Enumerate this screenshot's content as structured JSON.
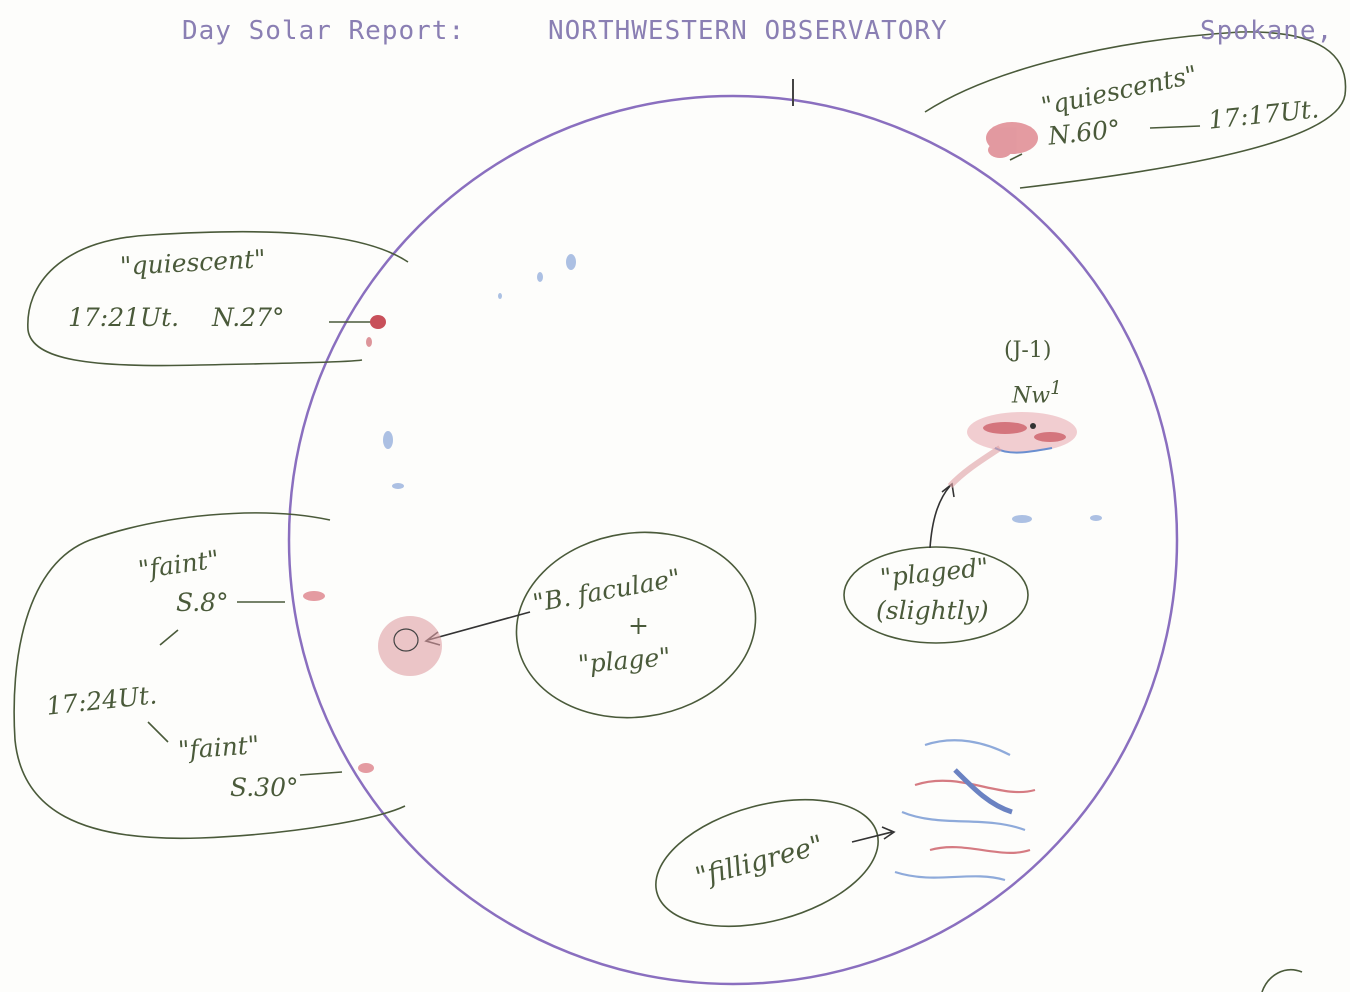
{
  "header": {
    "report_title": "Day Solar Report:",
    "observatory": "NORTHWESTERN OBSERVATORY",
    "location": "Spokane,"
  },
  "notes": {
    "quiescents_ne": {
      "label": "\"quiescents\"",
      "position": "N.60°",
      "time": "17:17Ut."
    },
    "quiescent_nw": {
      "label": "\"quiescent\"",
      "time": "17:21Ut.",
      "position": "N.27°"
    },
    "faint_sw": {
      "label_1": "\"faint\"",
      "position_1": "S.8°",
      "time": "17:24Ut.",
      "label_2": "\"faint\"",
      "position_2": "S.30°"
    },
    "faculae": {
      "line1": "\"B. faculae\"",
      "line2": "+",
      "line3": "\"plage\""
    },
    "group": {
      "name": "(J-1)",
      "designation": "Nw",
      "superscript": "1"
    },
    "plaged": {
      "line1": "\"plaged\"",
      "line2": "(slightly)"
    },
    "filligree": {
      "label": "\"filligree\""
    }
  },
  "colors": {
    "disk_outline": "#8a6fbf",
    "pencil": "#4a5a3a",
    "red_pencil": "#c8505a",
    "blue_pencil": "#6a8fd0",
    "typewriter": "#8a7fb3"
  }
}
